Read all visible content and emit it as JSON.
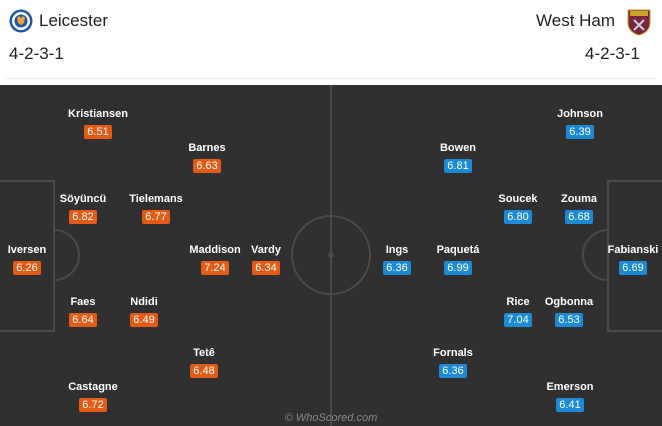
{
  "home": {
    "name": "Leicester",
    "formation": "4-2-3-1",
    "crest_icon": "leicester-fox-crest",
    "rating_color": "#e35b14",
    "players": [
      {
        "name": "Kristiansen",
        "rating": "6.51"
      },
      {
        "name": "Barnes",
        "rating": "6.63"
      },
      {
        "name": "Söyüncü",
        "rating": "6.82"
      },
      {
        "name": "Tielemans",
        "rating": "6.77"
      },
      {
        "name": "Iversen",
        "rating": "6.26"
      },
      {
        "name": "Maddison",
        "rating": "7.24"
      },
      {
        "name": "Vardy",
        "rating": "6.34"
      },
      {
        "name": "Faes",
        "rating": "6.64"
      },
      {
        "name": "Ndidi",
        "rating": "6.49"
      },
      {
        "name": "Tetê",
        "rating": "6.48"
      },
      {
        "name": "Castagne",
        "rating": "6.72"
      }
    ]
  },
  "away": {
    "name": "West Ham",
    "formation": "4-2-3-1",
    "crest_icon": "west-ham-hammers-crest",
    "rating_color": "#1d8ad6",
    "players": [
      {
        "name": "Johnson",
        "rating": "6.39"
      },
      {
        "name": "Bowen",
        "rating": "6.81"
      },
      {
        "name": "Soucek",
        "rating": "6.80"
      },
      {
        "name": "Zouma",
        "rating": "6.68"
      },
      {
        "name": "Ings",
        "rating": "6.36"
      },
      {
        "name": "Paquetá",
        "rating": "6.99"
      },
      {
        "name": "Fabianski",
        "rating": "6.69"
      },
      {
        "name": "Rice",
        "rating": "7.04"
      },
      {
        "name": "Ogbonna",
        "rating": "6.53"
      },
      {
        "name": "Fornals",
        "rating": "6.36"
      },
      {
        "name": "Emerson",
        "rating": "6.41"
      }
    ]
  },
  "watermark": "© WhoScored.com",
  "colors": {
    "pitch": "#303030",
    "pitch_lines": "#4a4a4a"
  }
}
